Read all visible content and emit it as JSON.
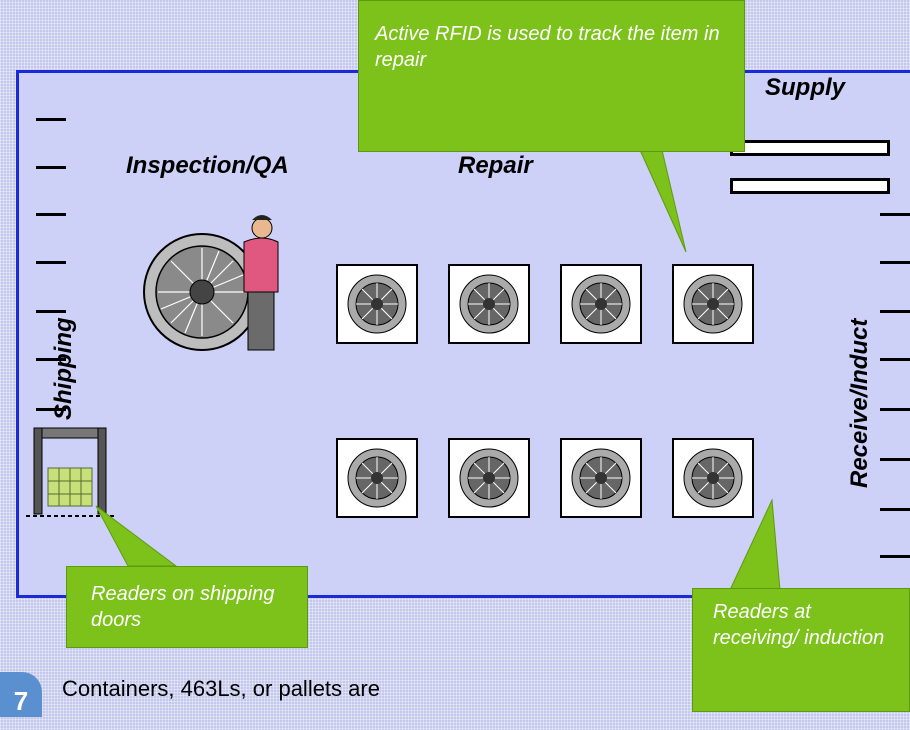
{
  "zones": {
    "supply": "Supply",
    "inspection": "Inspection/QA",
    "repair": "Repair",
    "shipping": "Shipping",
    "receive": "Receive/Induct"
  },
  "callouts": {
    "rfid": "Active RFID is used to track the item in repair",
    "shipping_doors": "Readers on shipping doors",
    "receiving": "Readers at receiving/ induction"
  },
  "footer": {
    "slide_number": "7",
    "text": "Containers, 463Ls, or pallets are"
  },
  "colors": {
    "floor": "#cdd0f7",
    "border": "#1a2bd6",
    "callout": "#7cc21a"
  },
  "icons": [
    "jet-engine-icon",
    "mechanic-figure-icon",
    "dock-door-icon",
    "pallet-icon"
  ]
}
